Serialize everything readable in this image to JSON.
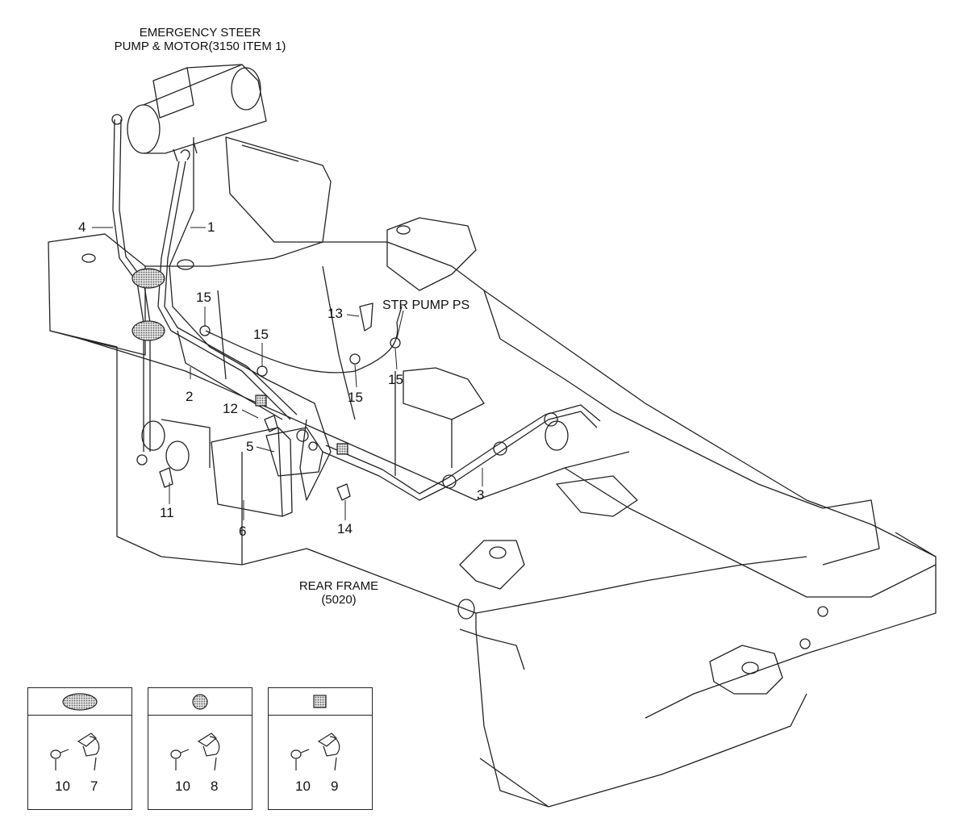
{
  "notes": {
    "pump_line1": "EMERGENCY STEER",
    "pump_line2": "PUMP & MOTOR(3150 ITEM 1)",
    "str_pump": "STR PUMP PS",
    "rear_frame_line1": "REAR FRAME",
    "rear_frame_line2": "(5020)"
  },
  "callouts": {
    "c1": "1",
    "c2": "2",
    "c3": "3",
    "c4": "4",
    "c5": "5",
    "c6": "6",
    "c11": "11",
    "c12": "12",
    "c13": "13",
    "c14": "14",
    "c15a": "15",
    "c15b": "15",
    "c15c": "15",
    "c15d": "15"
  },
  "legend": [
    {
      "symbol": "large-oval-dotted",
      "fastener": "10",
      "clip": "7"
    },
    {
      "symbol": "small-circle-dotted",
      "fastener": "10",
      "clip": "8"
    },
    {
      "symbol": "square-dotted",
      "fastener": "10",
      "clip": "9"
    }
  ],
  "colors": {
    "line": "#222222",
    "background": "#ffffff",
    "dot_fill": "#bdbdbd"
  }
}
